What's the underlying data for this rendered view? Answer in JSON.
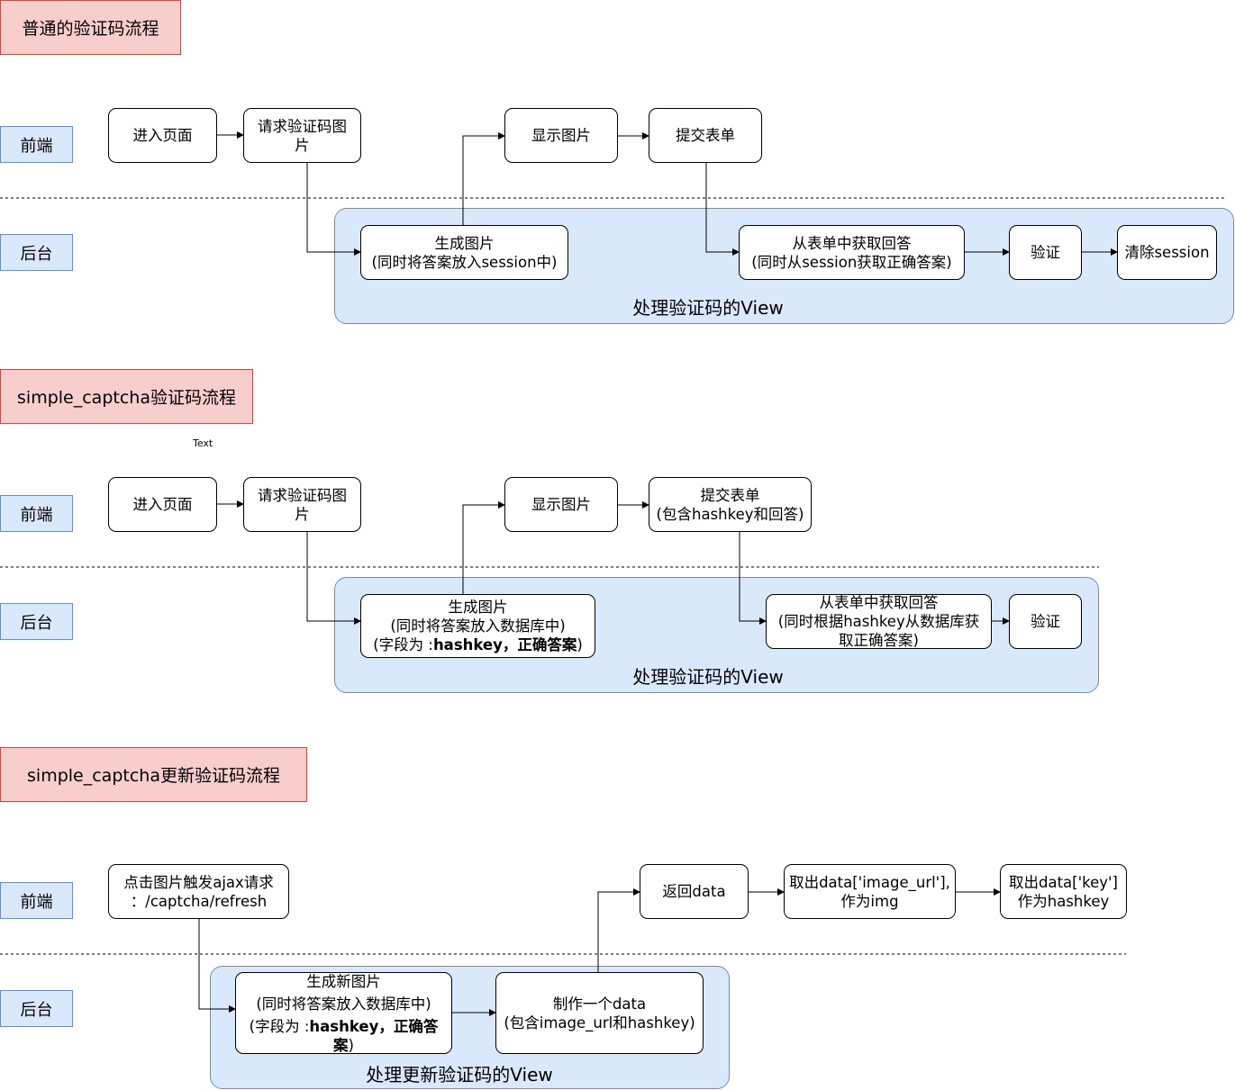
{
  "titles": {
    "t1": "普通的验证码流程",
    "t2": "simple_captcha验证码流程",
    "t3": "simple_captcha更新验证码流程"
  },
  "lanes": {
    "front": "前端",
    "back": "后台"
  },
  "stray_text": "Text",
  "flow1": {
    "group": "处理验证码的View",
    "enter": "进入页面",
    "request_l1": "请求验证码图",
    "request_l2": "片",
    "show": "显示图片",
    "submit": "提交表单",
    "gen_l1": "生成图片",
    "gen_l2": "(同时将答案放入session中)",
    "get_l1": "从表单中获取回答",
    "get_l2": "(同时从session获取正确答案)",
    "verify": "验证",
    "clear": "清除session"
  },
  "flow2": {
    "group": "处理验证码的View",
    "enter": "进入页面",
    "request_l1": "请求验证码图",
    "request_l2": "片",
    "show": "显示图片",
    "submit_l1": "提交表单",
    "submit_l2": "(包含hashkey和回答)",
    "gen_l1": "生成图片",
    "gen_l2": "(同时将答案放入数据库中)",
    "gen_l3a": "(字段为 :",
    "gen_l3b": "hashkey，正确答案",
    "gen_l3c": ")",
    "get_l1": "从表单中获取回答",
    "get_l2": "(同时根据hashkey从数据库获",
    "get_l3": "取正确答案)",
    "verify": "验证"
  },
  "flow3": {
    "group": "处理更新验证码的View",
    "click_l1": "点击图片触发ajax请求",
    "click_l2": "：/captcha/refresh",
    "gen_l1": "生成新图片",
    "gen_l2": "(同时将答案放入数据库中)",
    "gen_l3a": "(字段为 :",
    "gen_l3b": "hashkey，正确答",
    "gen_l4a": "案",
    "gen_l4b": ")",
    "make_l1": "制作一个data",
    "make_l2": "(包含image_url和hashkey)",
    "return": "返回data",
    "img_l1": "取出data['image_url'],",
    "img_l2": "作为img",
    "key_l1": "取出data['key']",
    "key_l2": "作为hashkey"
  }
}
